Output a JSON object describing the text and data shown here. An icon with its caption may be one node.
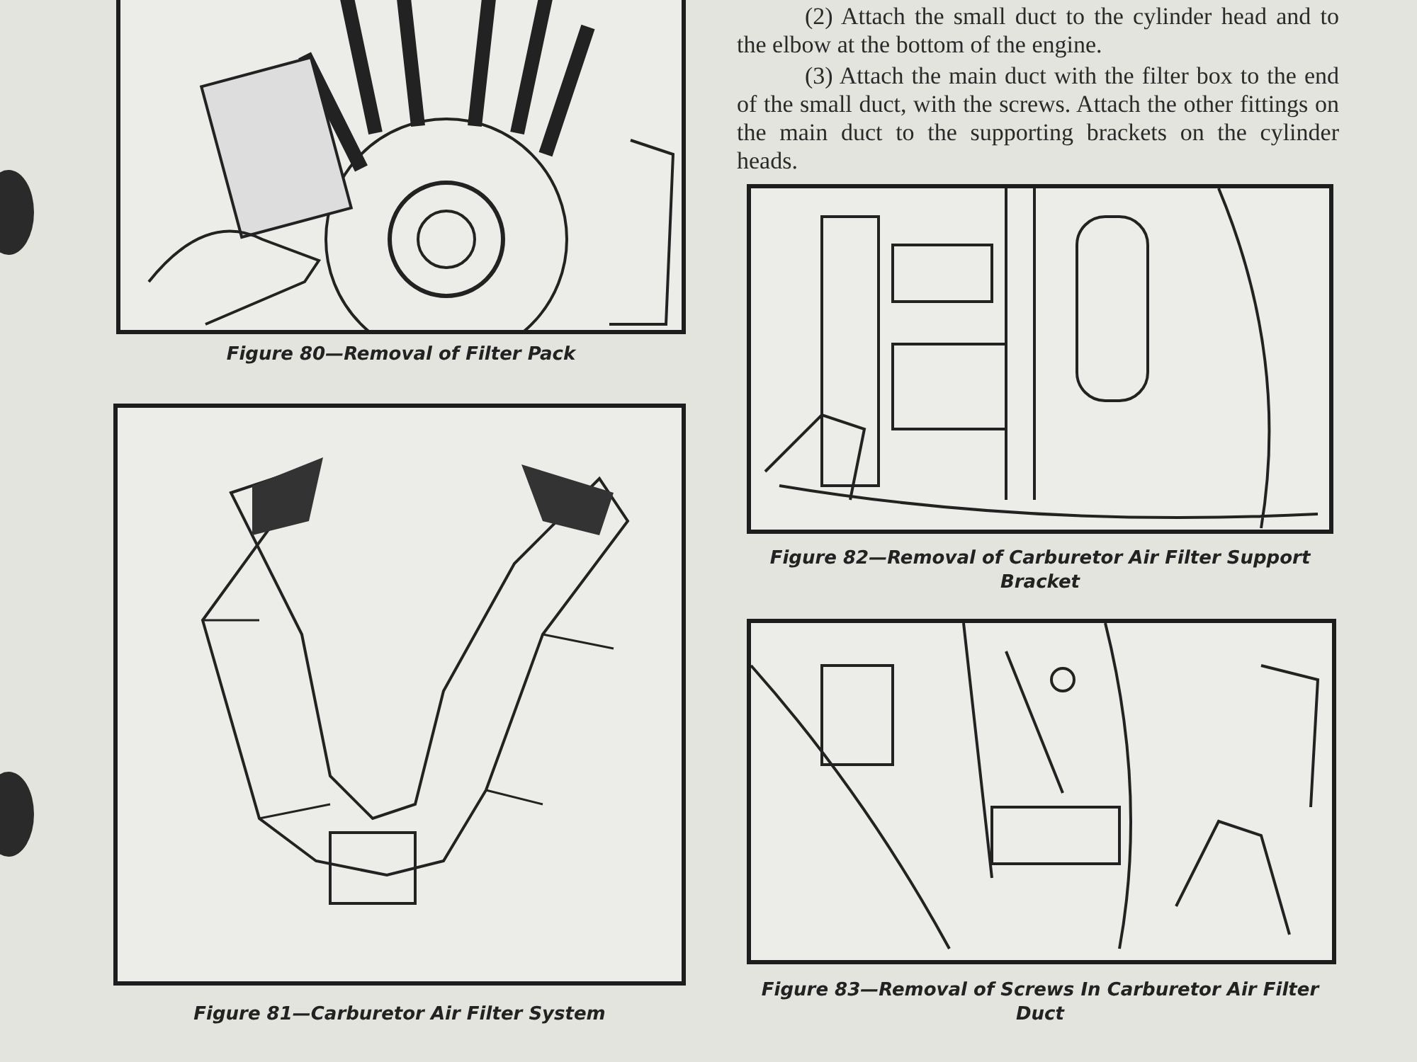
{
  "diagram": {
    "nodes": [
      {
        "text": [],
        "shape": "picture",
        "beside": [
          "Figure 80—Removal of Filter Pack"
        ]
      },
      {
        "text": [],
        "shape": "picture",
        "beside": [
          "Figure 81—Carburetor Air Filter System"
        ]
      },
      {
        "text": [],
        "shape": "picture",
        "beside": [
          "Figure 82—Removal of Carburetor Air Filter Support Bracket"
        ]
      },
      {
        "text": [],
        "shape": "picture",
        "beside": [
          "Figure 83—Removal of Screws In Carburetor Air Filter Duct"
        ]
      }
    ],
    "labels": [
      "(2) Attach the small duct to the cylinder head and to the elbow at the bottom of the engine.",
      "(3) Attach the main duct with the filter box to the end of the small duct, with the screws. Attach the other fittings on the main duct to the supporting brackets on the cylinder heads."
    ]
  }
}
